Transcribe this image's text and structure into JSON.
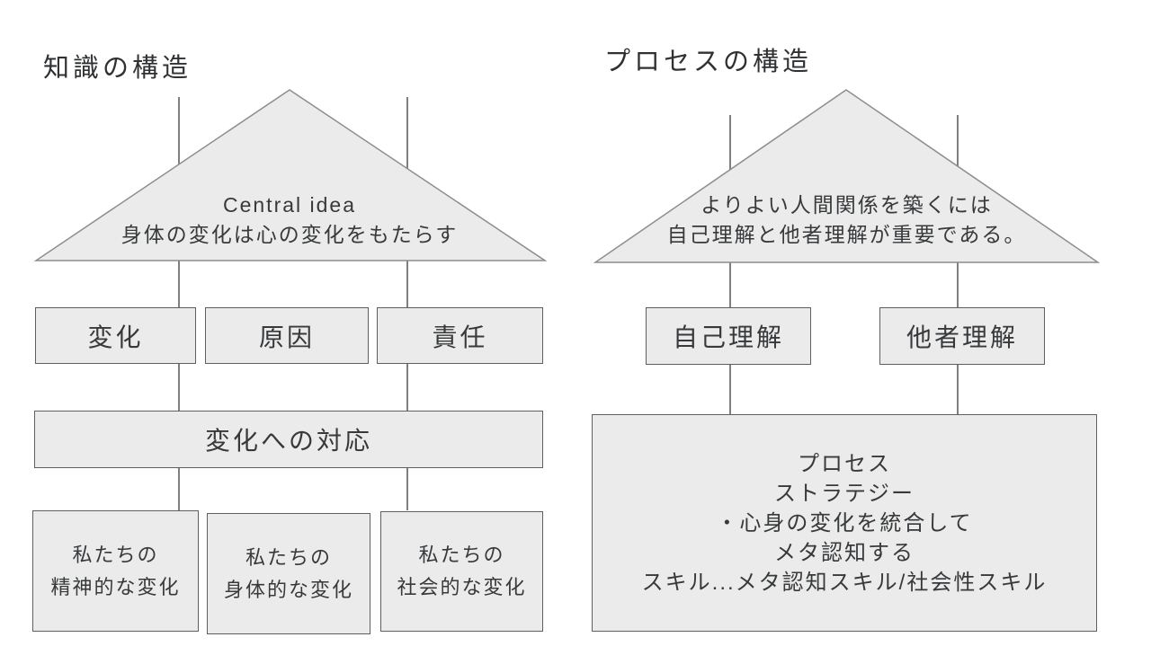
{
  "colors": {
    "background": "#ffffff",
    "shape_fill": "#ebebeb",
    "shape_stroke": "#8d8d8d",
    "connector": "#7f7f7f",
    "box_border": "#5f5f5f",
    "text": "#37393b",
    "title_text": "#2f3133"
  },
  "left_diagram": {
    "title": "知識の構造",
    "roof": {
      "line1": "Central idea",
      "line2": "身体の変化は心の変化をもたらす"
    },
    "row1_boxes": [
      {
        "label": "変化"
      },
      {
        "label": "原因"
      },
      {
        "label": "責任"
      }
    ],
    "middle_box": {
      "label": "変化への対応"
    },
    "bottom_boxes": [
      {
        "line1": "私たちの",
        "line2": "精神的な変化"
      },
      {
        "line1": "私たちの",
        "line2": "身体的な変化"
      },
      {
        "line1": "私たちの",
        "line2": "社会的な変化"
      }
    ]
  },
  "right_diagram": {
    "title": "プロセスの構造",
    "roof": {
      "line1": "よりよい人間関係を築くには",
      "line2": "自己理解と他者理解が重要である。"
    },
    "row1_boxes": [
      {
        "label": "自己理解"
      },
      {
        "label": "他者理解"
      }
    ],
    "process_box": {
      "lines": [
        "プロセス",
        "ストラテジー",
        "・心身の変化を統合して",
        "メタ認知する",
        "スキル...メタ認知スキル/社会性スキル"
      ]
    }
  }
}
